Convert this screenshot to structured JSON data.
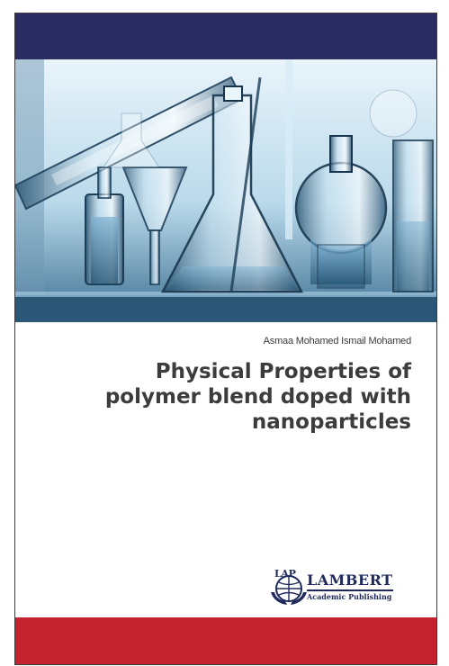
{
  "cover": {
    "author": "Asmaa Mohamed Ismail Mohamed",
    "title_lines": [
      "Physical Properties of",
      "polymer blend doped with",
      "nanoparticles"
    ],
    "colors": {
      "top_band": "#2b2c61",
      "bottom_band": "#c5232f",
      "title_text": "#3c3c3c",
      "logo": "#1f2a5a"
    }
  },
  "publisher": {
    "emblem_text": "LAP",
    "brand": "LAMBERT",
    "subtitle": "Academic Publishing",
    "icon": "globe-hands-icon"
  }
}
